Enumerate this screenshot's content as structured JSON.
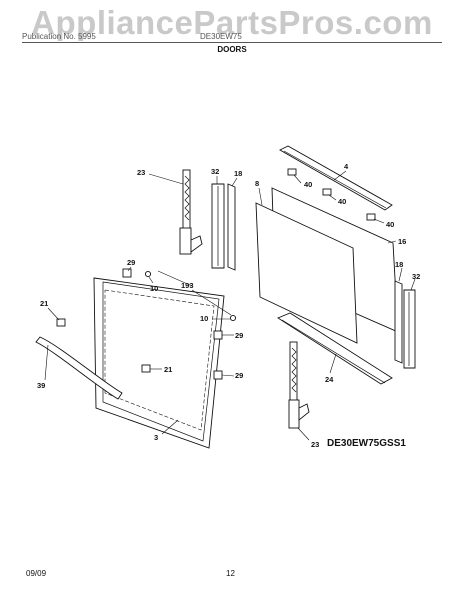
{
  "watermark": "AppliancePartsPros.com",
  "header": {
    "publication_label": "Publication No. 5995",
    "model_label": "DE30EW75",
    "section_title": "DOORS"
  },
  "callouts": {
    "c4": "4",
    "c40a": "40",
    "c40b": "40",
    "c16": "16",
    "c8": "8",
    "c32a": "32",
    "c18a": "18",
    "c23a": "23",
    "c29a": "29",
    "c10a": "10",
    "c193": "193",
    "c21a": "21",
    "c10b": "10",
    "c29b": "29",
    "c21b": "21",
    "c39": "39",
    "c29c": "29",
    "c3": "3",
    "c18b": "18",
    "c32b": "32",
    "c24": "24",
    "c23b": "23"
  },
  "model_code": "DE30EW75GSS1",
  "footer": {
    "date": "09/09",
    "page": "12"
  }
}
